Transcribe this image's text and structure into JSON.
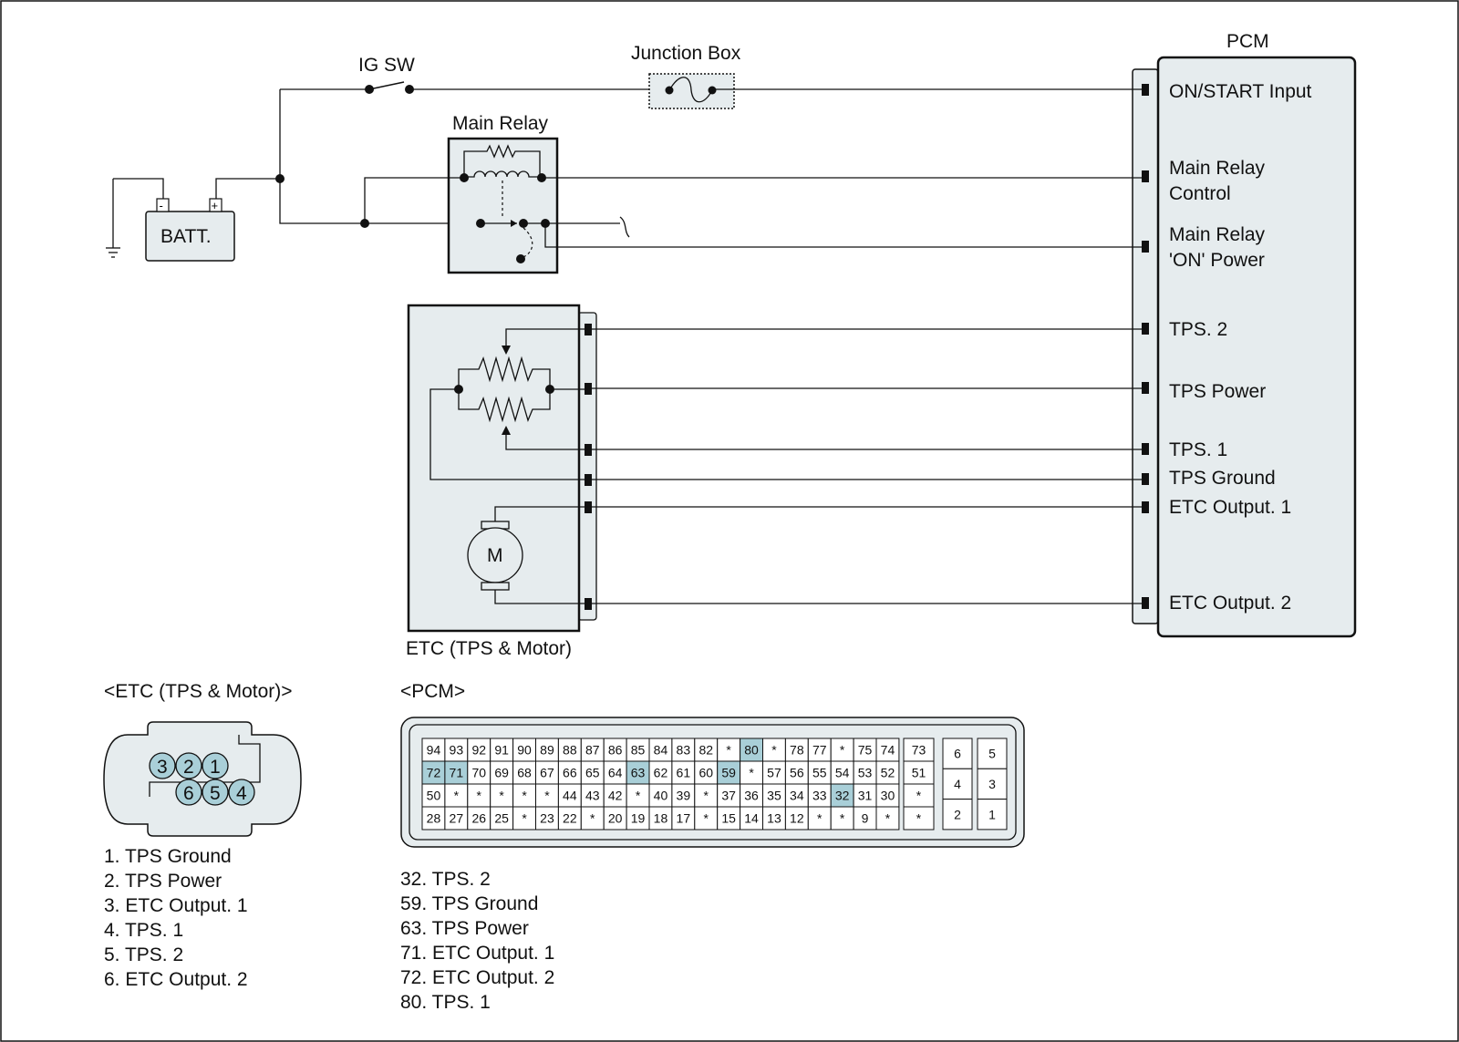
{
  "colors": {
    "fill": "#e6ecee",
    "highlight": "#a9cfd8",
    "line": "#111111"
  },
  "labels": {
    "ig_sw": "IG SW",
    "junction_box": "Junction Box",
    "pcm": "PCM",
    "main_relay": "Main Relay",
    "battery": "BATT.",
    "etc_box": "ETC (TPS & Motor)",
    "motor": "M",
    "battery_minus": "-",
    "battery_plus": "+"
  },
  "pcm_pins": {
    "on_start": "ON/START Input",
    "main_relay_control_1": "Main Relay",
    "main_relay_control_2": "Control",
    "main_relay_on_1": "Main Relay",
    "main_relay_on_2": "'ON' Power",
    "tps2": "TPS. 2",
    "tps_power": "TPS Power",
    "tps1": "TPS. 1",
    "tps_ground": "TPS Ground",
    "etc_out1": "ETC Output. 1",
    "etc_out2": "ETC Output. 2"
  },
  "etc_connector": {
    "title": "<ETC (TPS & Motor)>",
    "pins": [
      "1",
      "2",
      "3",
      "4",
      "5",
      "6"
    ],
    "legend": [
      "1. TPS Ground",
      "2. TPS Power",
      "3. ETC Output. 1",
      "4. TPS. 1",
      "5. TPS. 2",
      "6. ETC Output. 2"
    ]
  },
  "pcm_connector": {
    "title": "<PCM>",
    "rows": [
      [
        "94",
        "93",
        "92",
        "91",
        "90",
        "89",
        "88",
        "87",
        "86",
        "85",
        "84",
        "83",
        "82",
        "*",
        "80",
        "*",
        "78",
        "77",
        "*",
        "75",
        "74"
      ],
      [
        "72",
        "71",
        "70",
        "69",
        "68",
        "67",
        "66",
        "65",
        "64",
        "63",
        "62",
        "61",
        "60",
        "59",
        "*",
        "57",
        "56",
        "55",
        "54",
        "53",
        "52"
      ],
      [
        "50",
        "*",
        "*",
        "*",
        "*",
        "*",
        "44",
        "43",
        "42",
        "*",
        "40",
        "39",
        "*",
        "37",
        "36",
        "35",
        "34",
        "33",
        "32",
        "31",
        "30"
      ],
      [
        "28",
        "27",
        "26",
        "25",
        "*",
        "23",
        "22",
        "*",
        "20",
        "19",
        "18",
        "17",
        "*",
        "15",
        "14",
        "13",
        "12",
        "*",
        "*",
        "9",
        "*"
      ]
    ],
    "side_col": [
      "73",
      "51",
      "*",
      "*"
    ],
    "small_block": [
      [
        "6",
        "5"
      ],
      [
        "4",
        "3"
      ],
      [
        "2",
        "1"
      ]
    ],
    "highlighted": [
      "80",
      "72",
      "71",
      "63",
      "59",
      "32"
    ],
    "legend": [
      "32. TPS. 2",
      "59. TPS Ground",
      "63. TPS Power",
      "71. ETC Output. 1",
      "72. ETC Output. 2",
      "80. TPS. 1"
    ]
  }
}
